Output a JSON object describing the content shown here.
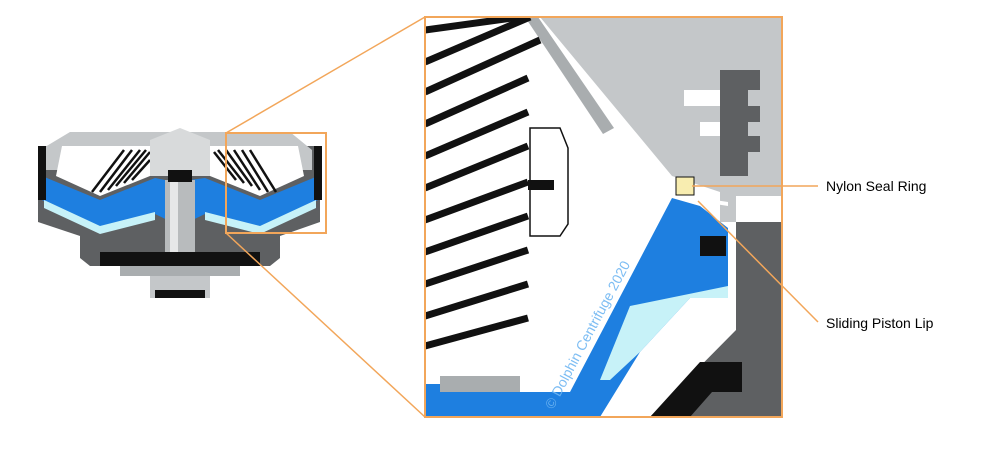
{
  "labels": {
    "nylon_seal_ring": "Nylon Seal Ring",
    "sliding_piston_lip": "Sliding Piston Lip"
  },
  "watermark": "© Dolphin Centrifuge 2020",
  "colors": {
    "frame_orange": "#F2A65A",
    "blue_piston": "#1E7FE0",
    "light_cyan": "#C7F2F8",
    "light_gray": "#C4C7C9",
    "mid_gray": "#A9ADAF",
    "dark_gray": "#5E6062",
    "black": "#111111",
    "seal_yellow": "#F8EDB0"
  }
}
